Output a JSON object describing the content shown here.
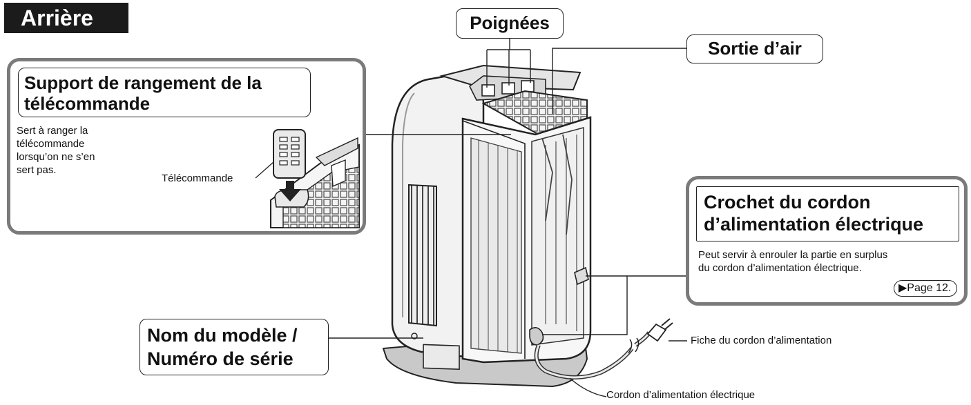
{
  "section": {
    "title": "Arrière"
  },
  "labels": {
    "handles": "Poignées",
    "air_outlet": "Sortie d’air",
    "remote_holder_title_line1": "Support de rangement de la",
    "remote_holder_title_line2": "télécommande",
    "remote_holder_desc": [
      "Sert à ranger la",
      "télécommande",
      "lorsqu’on ne s’en",
      "sert pas."
    ],
    "remote": "Télécommande",
    "cord_hook_title_line1": "Crochet du cordon",
    "cord_hook_title_line2": "d’alimentation électrique",
    "cord_hook_desc": [
      "Peut servir à enrouler la partie en surplus",
      "du cordon d’alimentation électrique."
    ],
    "page_ref": "▶Page 12.",
    "model_line1": "Nom du modèle /",
    "model_line2": "Numéro de série",
    "plug": "Fiche du cordon d’alimentation",
    "power_cord": "Cordon d’alimentation électrique"
  },
  "colors": {
    "panel_border": "#7a7a7a",
    "title_bg": "#1b1b1b"
  },
  "icons": [
    "remote-control-icon",
    "arrow-down-icon",
    "plug-icon",
    "dehumidifier-back-illustration"
  ]
}
